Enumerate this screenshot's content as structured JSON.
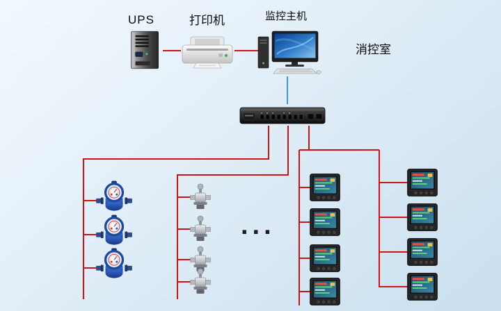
{
  "labels": {
    "ups": "UPS",
    "printer": "打印机",
    "monitoring_host": "监控主机",
    "control_room": "消控室",
    "ellipsis": "..."
  },
  "colors": {
    "background_top": "#f2f8fd",
    "background_bottom": "#c9dfef",
    "bus_line_red": "#cf1212",
    "uplink_line_blue": "#3f97d8"
  },
  "topology": {
    "top_devices": [
      {
        "id": "ups",
        "type": "ups-tower",
        "label": "UPS"
      },
      {
        "id": "printer",
        "type": "laser-printer",
        "label": "打印机"
      },
      {
        "id": "monitoring-host",
        "type": "desktop-computer",
        "label": "监控主机"
      }
    ],
    "room_label": "消控室",
    "collector": {
      "id": "data-collector",
      "type": "rack-switch"
    },
    "branches": [
      {
        "name": "water-meter-branch",
        "device_type": "water-meter",
        "device_count": 3
      },
      {
        "name": "valve-branch",
        "device_type": "valve-actuator",
        "device_count": 4
      },
      {
        "name": "power-meter-branch-left",
        "device_type": "power-meter",
        "device_count": 4
      },
      {
        "name": "power-meter-branch-right",
        "device_type": "power-meter",
        "device_count": 4
      }
    ]
  }
}
